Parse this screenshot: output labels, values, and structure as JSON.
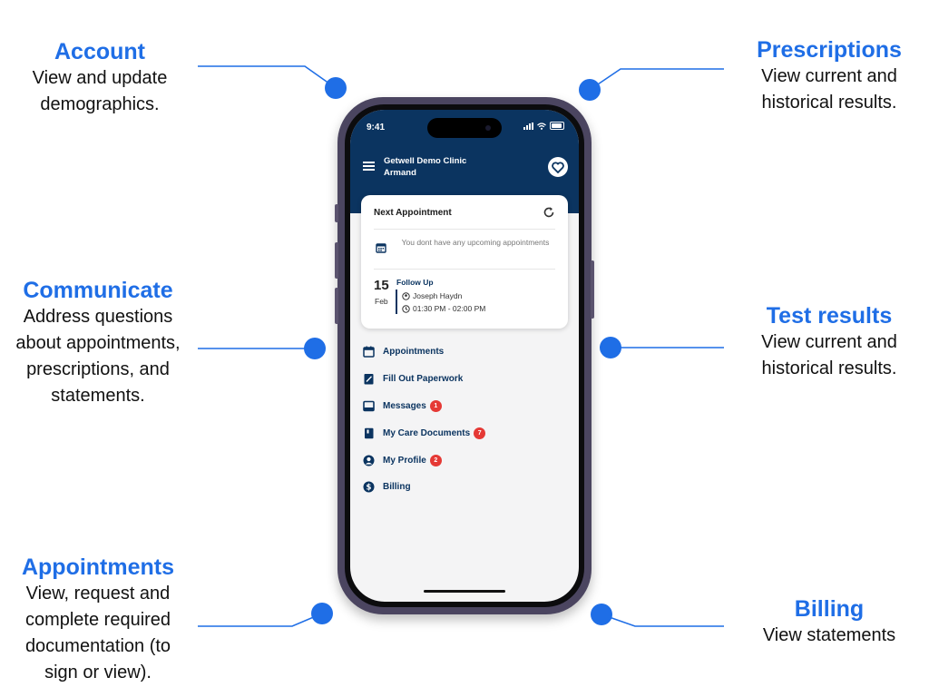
{
  "callouts": {
    "account": {
      "title": "Account",
      "desc": "View and update\ndemographics."
    },
    "prescriptions": {
      "title": "Prescriptions",
      "desc": "View current and\nhistorical results."
    },
    "communicate": {
      "title": "Communicate",
      "desc": "Address questions\nabout appointments,\nprescriptions, and\nstatements."
    },
    "test_results": {
      "title": "Test results",
      "desc": "View current and\nhistorical results."
    },
    "appointments": {
      "title": "Appointments",
      "desc": "View, request and\ncomplete required\ndocumentation (to\nsign or view)."
    },
    "billing": {
      "title": "Billing",
      "desc": "View statements"
    }
  },
  "colors": {
    "accent": "#1f6ee6",
    "header": "#0b3460",
    "badge": "#e53935"
  },
  "phone": {
    "status_time": "9:41",
    "clinic_name": "Getwell Demo Clinic",
    "user_name": "Armand",
    "card": {
      "title": "Next Appointment",
      "empty_text": "You dont have any upcoming appointments",
      "day": "15",
      "month": "Feb",
      "type": "Follow Up",
      "provider": "Joseph Haydn",
      "time": "01:30 PM - 02:00 PM"
    },
    "nav": [
      {
        "label": "Appointments",
        "icon": "calendar-icon",
        "badge": ""
      },
      {
        "label": "Fill Out Paperwork",
        "icon": "paperwork-icon",
        "badge": ""
      },
      {
        "label": "Messages",
        "icon": "inbox-icon",
        "badge": "1"
      },
      {
        "label": "My Care Documents",
        "icon": "document-icon",
        "badge": "7"
      },
      {
        "label": "My Profile",
        "icon": "user-icon",
        "badge": "2"
      },
      {
        "label": "Billing",
        "icon": "dollar-icon",
        "badge": ""
      }
    ]
  }
}
